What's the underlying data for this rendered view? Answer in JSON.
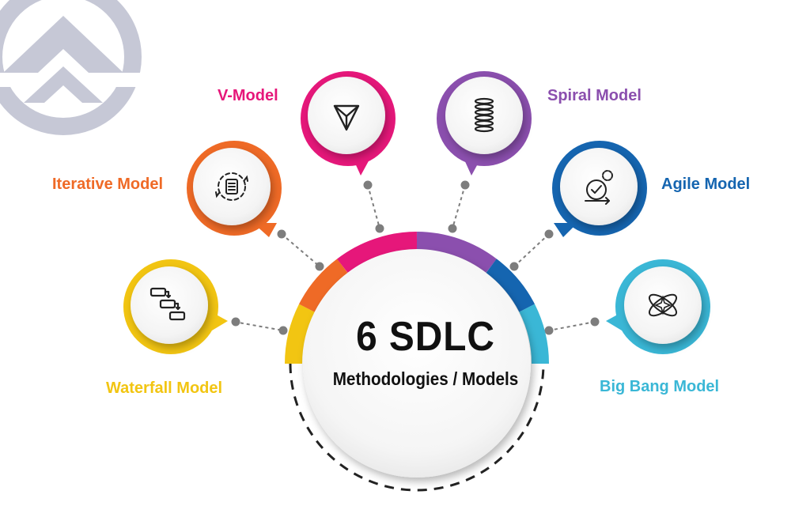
{
  "center": {
    "title": "6 SDLC",
    "subtitle": "Methodologies / Models"
  },
  "models": [
    {
      "label": "Waterfall Model",
      "color": "#f2c512",
      "icon": "flowchart-steps-icon"
    },
    {
      "label": "Iterative Model",
      "color": "#ef6a26",
      "icon": "cycle-gear-icon"
    },
    {
      "label": "V-Model",
      "color": "#e6177a",
      "icon": "v-triangle-icon"
    },
    {
      "label": "Spiral Model",
      "color": "#8b4fae",
      "icon": "spring-coil-icon"
    },
    {
      "label": "Agile Model",
      "color": "#1565b0",
      "icon": "gear-check-icon"
    },
    {
      "label": "Big Bang Model",
      "color": "#3ab7d6",
      "icon": "atom-icon"
    }
  ],
  "colors": {
    "logo": "#c6c8d6",
    "connector": "#7d7d7d",
    "text": "#111111"
  }
}
